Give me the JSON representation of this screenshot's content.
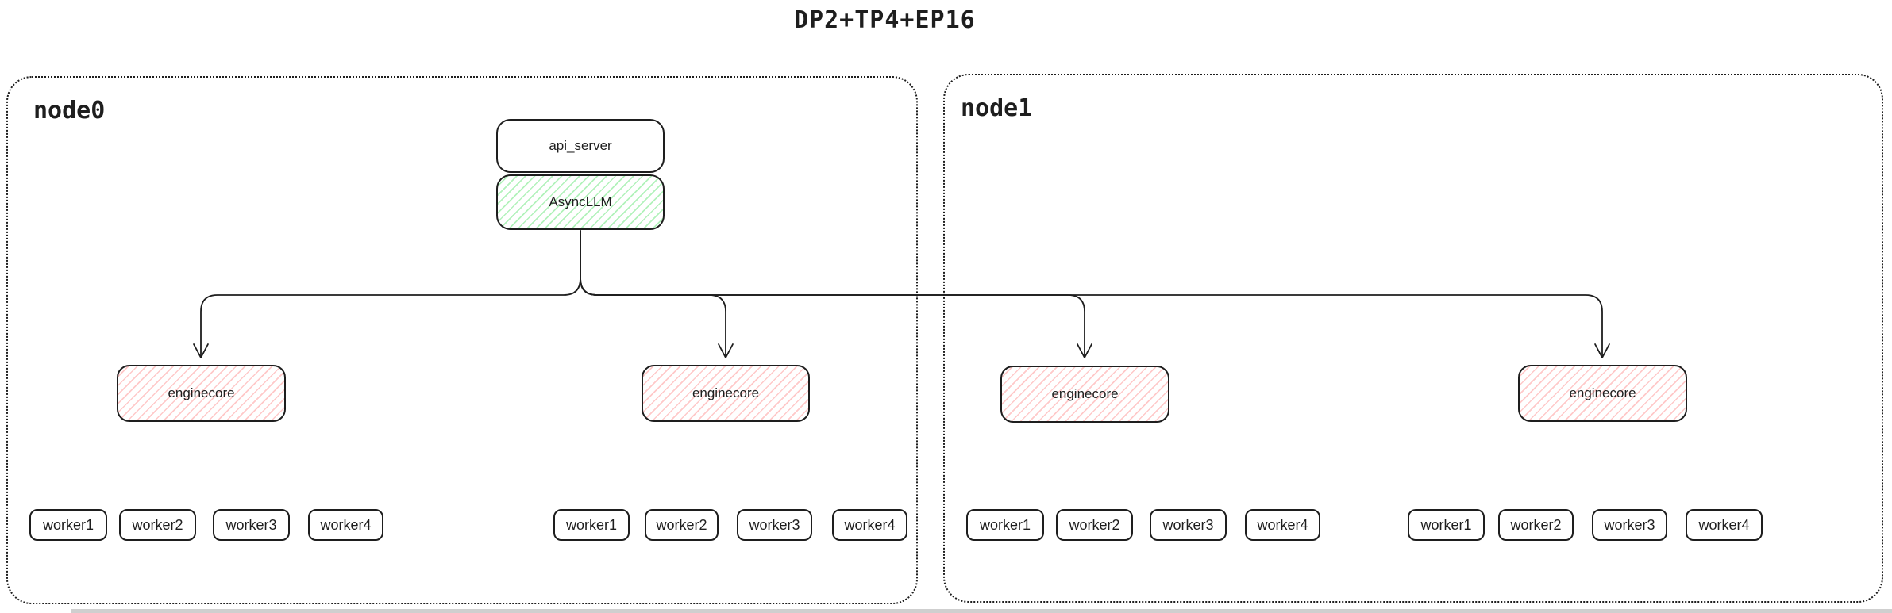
{
  "title": "DP2+TP4+EP16",
  "colors": {
    "ink": "#1e1e1e",
    "green_fill": "#b2f2bb",
    "red_fill": "#ffc9c9",
    "background": "#ffffff"
  },
  "api_stack": {
    "api_server_label": "api_server",
    "async_llm_label": "AsyncLLM"
  },
  "node0": {
    "label": "node0",
    "enginecores": [
      {
        "label": "enginecore",
        "workers": [
          "worker1",
          "worker2",
          "worker3",
          "worker4"
        ]
      },
      {
        "label": "enginecore",
        "workers": [
          "worker1",
          "worker2",
          "worker3",
          "worker4"
        ]
      }
    ]
  },
  "node1": {
    "label": "node1",
    "enginecores": [
      {
        "label": "enginecore",
        "workers": [
          "worker1",
          "worker2",
          "worker3",
          "worker4"
        ]
      },
      {
        "label": "enginecore",
        "workers": [
          "worker1",
          "worker2",
          "worker3",
          "worker4"
        ]
      }
    ]
  },
  "edges": [
    {
      "from": "AsyncLLM",
      "to": "node0 enginecore 1"
    },
    {
      "from": "AsyncLLM",
      "to": "node0 enginecore 2"
    },
    {
      "from": "AsyncLLM",
      "to": "node1 enginecore 1"
    },
    {
      "from": "AsyncLLM",
      "to": "node1 enginecore 2"
    }
  ]
}
